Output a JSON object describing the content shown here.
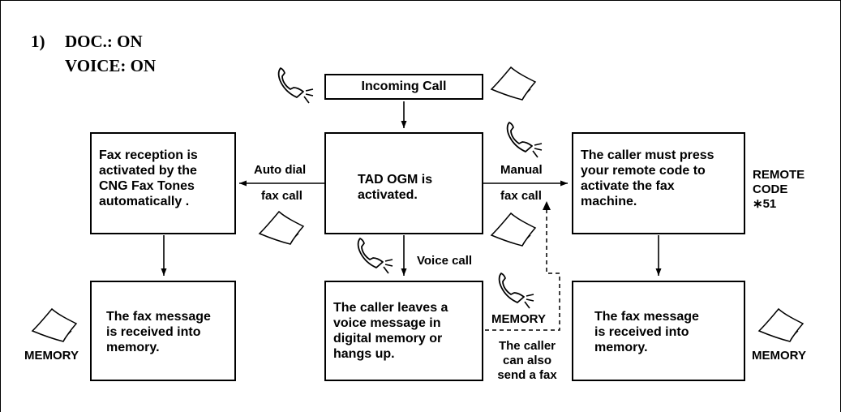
{
  "heading": {
    "number": "1)",
    "line1": "DOC.: ON",
    "line2": "VOICE: ON"
  },
  "boxes": {
    "incoming": "Incoming Call",
    "tad": "TAD OGM is\nactivated.",
    "fax_reception": "Fax reception is\nactivated by the\nCNG Fax Tones\nautomatically .",
    "caller_press": "The caller must press\nyour remote code to\nactivate the fax\nmachine.",
    "fax_memory_left": "The fax message\nis received into\nmemory.",
    "voice_message": "The caller leaves a\nvoice message in\ndigital memory or\nhangs up.",
    "fax_memory_right": "The fax message\nis received into\nmemory."
  },
  "labels": {
    "auto_dial": "Auto dial",
    "fax_call_left": "fax call",
    "manual": "Manual",
    "fax_call_right": "fax call",
    "voice_call": "Voice call",
    "remote_code": "REMOTE\nCODE",
    "remote_code_value": "∗51",
    "memory_left": "MEMORY",
    "memory_center": "MEMORY",
    "memory_right": "MEMORY",
    "also_send_fax": "The caller\ncan also\nsend a fax"
  },
  "icons": [
    "phone-icon",
    "paper-icon"
  ]
}
